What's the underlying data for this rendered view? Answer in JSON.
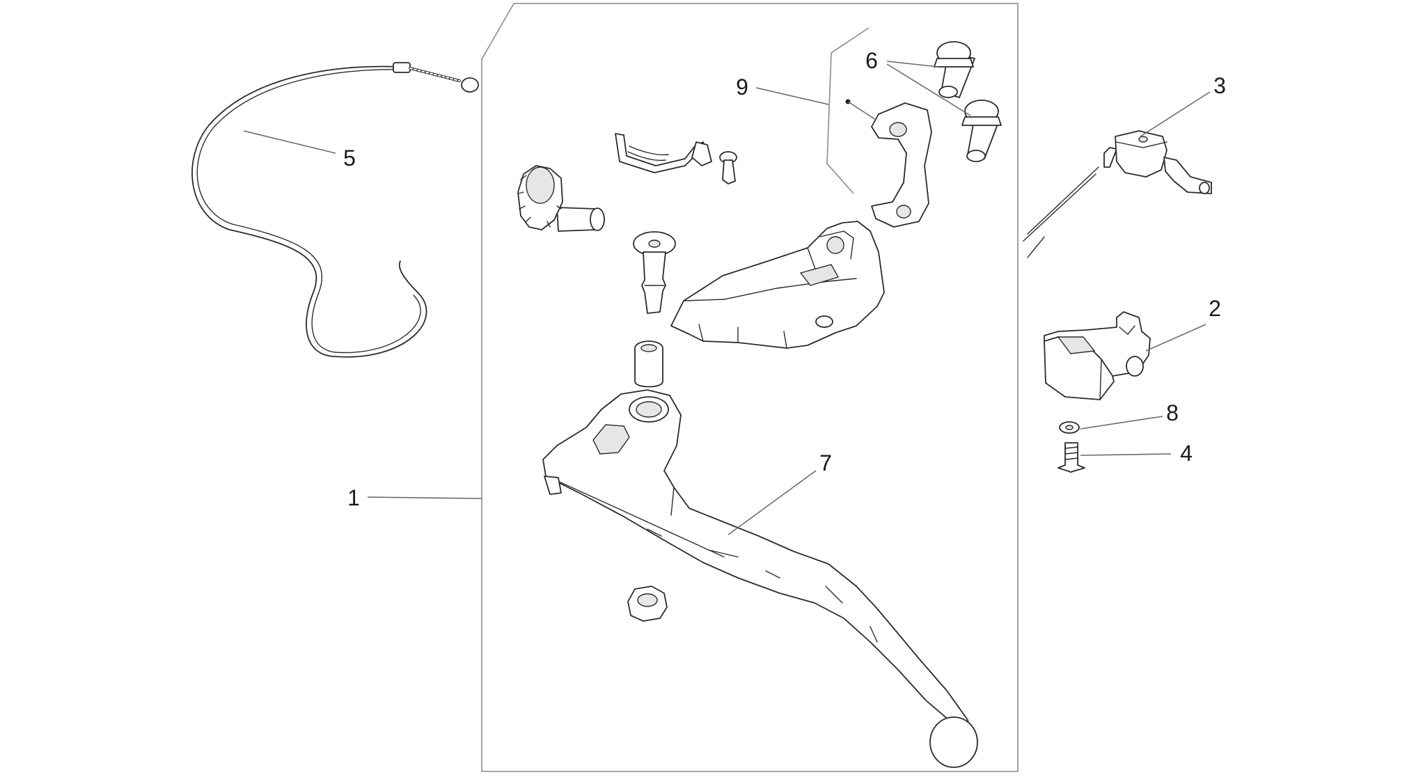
{
  "diagram": {
    "callouts": [
      {
        "id": "callout-1",
        "label": "1"
      },
      {
        "id": "callout-2",
        "label": "2"
      },
      {
        "id": "callout-3",
        "label": "3"
      },
      {
        "id": "callout-4",
        "label": "4"
      },
      {
        "id": "callout-5",
        "label": "5"
      },
      {
        "id": "callout-6",
        "label": "6"
      },
      {
        "id": "callout-7",
        "label": "7"
      },
      {
        "id": "callout-8",
        "label": "8"
      },
      {
        "id": "callout-9",
        "label": "9"
      }
    ],
    "colors": {
      "line": "#2a2a2a",
      "leader": "#6a6a6a",
      "frame": "#8a8a8a",
      "background": "#ffffff"
    }
  }
}
